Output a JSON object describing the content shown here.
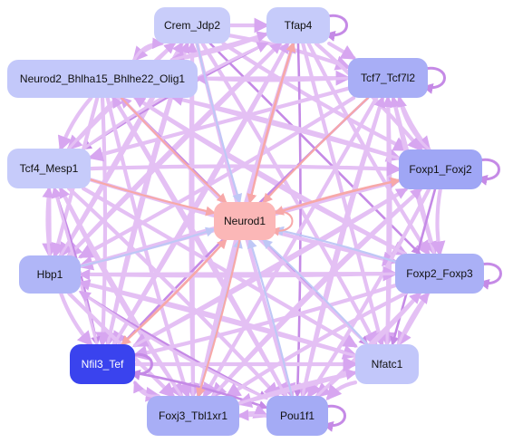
{
  "diagram": {
    "center_node": "neurod1",
    "colors": {
      "edge_dominant": "#e4c0f4",
      "edge_strong": "#c58ae6",
      "edge_red": "#f7a8a8",
      "edge_blue": "#bfc8f6",
      "node_light": "#c6cbfa",
      "node_mid": "#a9aff6",
      "node_dark": "#3a43ee",
      "node_center": "#fbb7b7"
    },
    "nodes": [
      {
        "id": "crem_jdp2",
        "label": "Crem_Jdp2",
        "fill": "#c9cdfa",
        "text_color": "#111111"
      },
      {
        "id": "tfap4",
        "label": "Tfap4",
        "fill": "#c6cbfa",
        "text_color": "#111111"
      },
      {
        "id": "neurod2",
        "label": "Neurod2_Bhlha15_Bhlhe22_Olig1",
        "fill": "#c3c8fa",
        "text_color": "#111111"
      },
      {
        "id": "tcf7",
        "label": "Tcf7_Tcf7l2",
        "fill": "#a8aef6",
        "text_color": "#111111"
      },
      {
        "id": "tcf4",
        "label": "Tcf4_Mesp1",
        "fill": "#c6cbfa",
        "text_color": "#111111"
      },
      {
        "id": "foxp1",
        "label": "Foxp1_Foxj2",
        "fill": "#9fa6f5",
        "text_color": "#111111"
      },
      {
        "id": "neurod1",
        "label": "Neurod1",
        "fill": "#fbb7b7",
        "text_color": "#111111"
      },
      {
        "id": "hbp1",
        "label": "Hbp1",
        "fill": "#b0b6f7",
        "text_color": "#111111"
      },
      {
        "id": "foxp2",
        "label": "Foxp2_Foxp3",
        "fill": "#aab0f6",
        "text_color": "#111111"
      },
      {
        "id": "nfil3",
        "label": "Nfil3_Tef",
        "fill": "#3a43ee",
        "text_color": "#ffffff"
      },
      {
        "id": "nfatc1",
        "label": "Nfatc1",
        "fill": "#c2c7fa",
        "text_color": "#111111"
      },
      {
        "id": "foxj3",
        "label": "Foxj3_Tbl1xr1",
        "fill": "#a8aef6",
        "text_color": "#111111"
      },
      {
        "id": "pou1f1",
        "label": "Pou1f1",
        "fill": "#a4abf5",
        "text_color": "#111111"
      }
    ],
    "self_loops": [
      "tfap4",
      "tcf7",
      "foxp1",
      "foxp2",
      "nfil3",
      "pou1f1",
      "neurod1"
    ],
    "edges_to_center": [
      {
        "from": "tfap4",
        "color": "red"
      },
      {
        "from": "tcf7",
        "color": "red"
      },
      {
        "from": "foxp1",
        "color": "red"
      },
      {
        "from": "foxp2",
        "color": "blue"
      },
      {
        "from": "nfatc1",
        "color": "blue"
      },
      {
        "from": "pou1f1",
        "color": "blue"
      },
      {
        "from": "foxj3",
        "color": "blue"
      },
      {
        "from": "nfil3",
        "color": "red"
      },
      {
        "from": "hbp1",
        "color": "blue"
      },
      {
        "from": "tcf4",
        "color": "red"
      },
      {
        "from": "neurod2",
        "color": "red"
      },
      {
        "from": "crem_jdp2",
        "color": "blue"
      }
    ],
    "edges_from_center": [
      {
        "to": "tfap4",
        "color": "red"
      },
      {
        "to": "foxp1",
        "color": "red"
      },
      {
        "to": "nfil3",
        "color": "red"
      },
      {
        "to": "foxj3",
        "color": "red"
      }
    ]
  }
}
